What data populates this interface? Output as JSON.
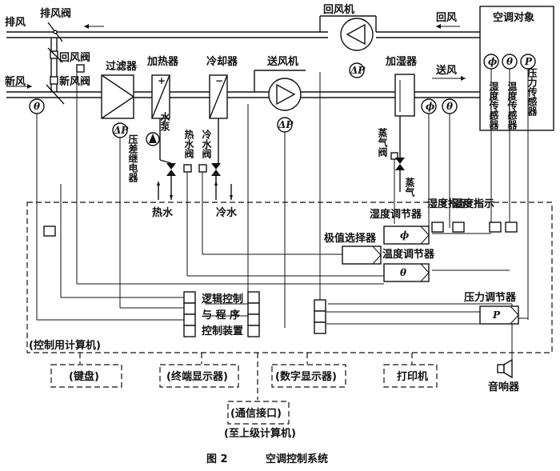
{
  "labels": {
    "exhaust_air": "排风",
    "exhaust_damper": "排风阀",
    "return_damper": "回风阀",
    "fresh_air": "新风",
    "fresh_damper": "新风阀",
    "filter": "过滤器",
    "heater": "加热器",
    "cooler": "冷却器",
    "supply_fan": "送风机",
    "return_fan": "回风机",
    "return_air": "回风",
    "humidifier": "加湿器",
    "supply_air": "送风",
    "ac_object": "空调对象",
    "humidity_sensor": "湿度传感器",
    "temperature_sensor": "温度传感器",
    "pressure_sensor": "压力传感器",
    "water_pump": "水泵",
    "pressure_diff_relay": "压差继电器",
    "hot_water_valve": "热水阀",
    "cold_water_valve": "冷水阀",
    "hot_water": "热水",
    "cold_water": "冷水",
    "steam_valve": "蒸气阀",
    "steam": "蒸气",
    "humidity_controller": "湿度调节器",
    "humidity_indicator": "湿度指示",
    "temperature_indicator": "温度指示",
    "extreme_selector": "极值选择器",
    "temperature_controller": "温度调节器",
    "pressure_controller": "压力调节器",
    "logic_control_1": "逻辑控制",
    "logic_control_2": "与 程 序",
    "logic_control_3": "控制装置",
    "control_computer": "(控制用计算机)",
    "keyboard": "(键盘)",
    "terminal_display": "(终端显示器)",
    "digital_display": "(数字显示器)",
    "printer": "打印机",
    "speaker": "音响器",
    "comm_interface": "(通信接口)",
    "upper_computer": "(至上级计算机)",
    "caption_fig": "图 2",
    "caption_title": "空调控制系统"
  },
  "symbols": {
    "delta_p": "ΔP",
    "theta": "θ",
    "phi": "ϕ",
    "p": "P",
    "plus": "+",
    "minus": "−"
  }
}
